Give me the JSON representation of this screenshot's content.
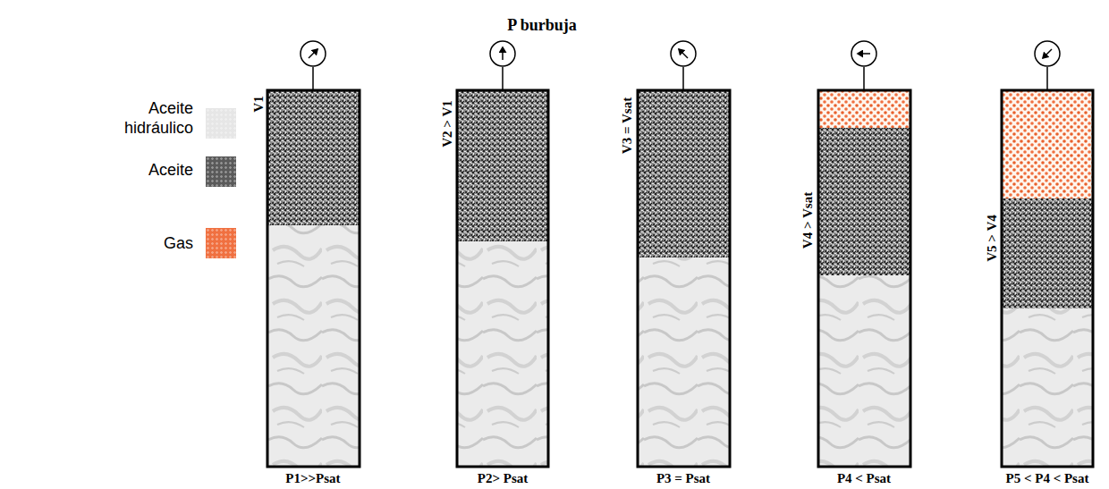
{
  "diagram": {
    "title": "P burbuja",
    "labels": [
      "V1",
      "V2 > V1",
      "V3 = Vsat",
      "V4 > Vsat",
      "V5 > V4",
      "P1>>Psat",
      "P2> Psat",
      "P3 = Psat",
      "P4 < Psat",
      "P5 < P4 < Psat"
    ],
    "legend": [
      {
        "text": "Aceite hidráulico",
        "color": "#e6e6e6"
      },
      {
        "text": "Aceite",
        "color": "#5a5a5a"
      },
      {
        "text": "Gas",
        "color": "#f07040"
      }
    ]
  }
}
